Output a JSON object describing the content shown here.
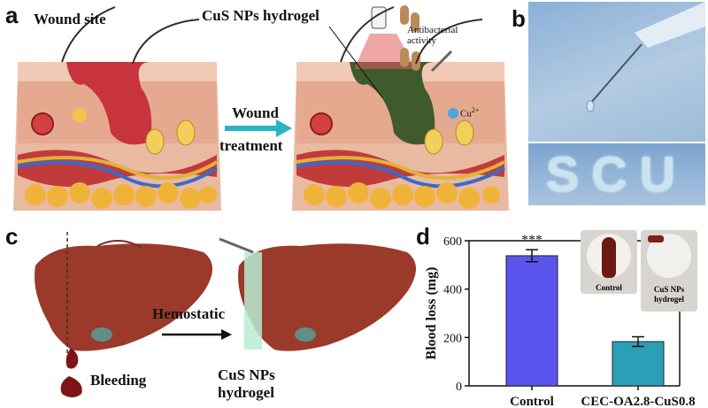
{
  "panels": {
    "a": {
      "letter": "a",
      "wound_site": "Wound site",
      "hydrogel_label": "CuS NPs hydrogel",
      "antibacterial_line1": "Antibacterial",
      "antibacterial_line2": "activity",
      "cu_ion": "Cu",
      "cu_sup": "2+",
      "arrow_line1": "Wound",
      "arrow_line2": "treatment"
    },
    "b": {
      "letter": "b",
      "scu_text": "SCU"
    },
    "c": {
      "letter": "c",
      "hemostatic": "Hemostatic",
      "bleeding": "Bleeding",
      "hydrogel_line1": "CuS NPs",
      "hydrogel_line2": "hydrogel"
    },
    "d": {
      "letter": "d",
      "inset_control": "Control",
      "inset_hydrogel_line1": "CuS NPs",
      "inset_hydrogel_line2": "hydrogel"
    }
  },
  "colors": {
    "bar_control": "#5b55f0",
    "bar_hydrogel": "#2aa0b6",
    "wound": "#c8343e",
    "hydrogel_fill": "#3f5a2c",
    "arrow_teal": "#2bb3c4",
    "liver": "#9b3a2a"
  },
  "chart_data": {
    "type": "bar",
    "categories": [
      "Control",
      "CEC-OA2.8-CuS0.8"
    ],
    "values": [
      538,
      183
    ],
    "errors": [
      25,
      20
    ],
    "ylabel": "Blood loss  (mg)",
    "xlabel": "",
    "ylim": [
      0,
      600
    ],
    "yticks": [
      0,
      200,
      400,
      600
    ],
    "annotations": [
      {
        "category": "Control",
        "text": "***"
      }
    ],
    "legend": "none",
    "grid": false
  }
}
